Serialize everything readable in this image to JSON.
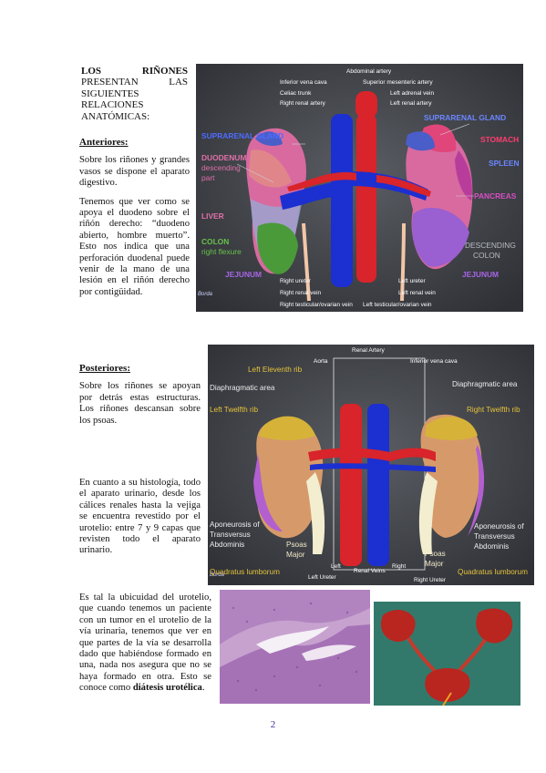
{
  "title": {
    "line1_left": "LOS",
    "line1_right": "RIÑONES",
    "line2_left": "PRESENTAN",
    "line2_right": "LAS",
    "line3": "SIGUIENTES",
    "line4": "RELACIONES",
    "line5": "ANATÓMICAS:"
  },
  "anteriores": {
    "heading": "Anteriores:",
    "p1": "Sobre los riñones y grandes vasos se dispone el aparato digestivo.",
    "p2": "Tenemos que ver como se apoya el duodeno sobre el riñón derecho: “duodeno abierto, hombre muerto”. Esto nos indica que una perforación duodenal puede venir de la mano de una lesión en el riñón derecho por contigüidad."
  },
  "posteriores": {
    "heading": "Posteriores:",
    "p1": "Sobre los riñones se apoyan por detrás estas estructuras. Los riñones descansan sobre los psoas.",
    "p2": "En cuanto a su histología, todo el aparato urinario, desde los cálices renales hasta la vejiga se encuentra revestido por el urotelio: entre 7 y 9 capas que revisten todo el aparato urinario."
  },
  "urotelio": {
    "text_before": "Es tal la ubicuidad del urotelio, que cuando tenemos un paciente con un tumor en el urotelio de la vía urinaria, tenemos que ver en que partes de la vía se desarrolla dado que habiéndose formado en una, nada nos asegura que no se haya formado en otra. Esto se conoce como ",
    "bold_term": "diátesis urotélica",
    "text_after": "."
  },
  "figure_anterior": {
    "labels": {
      "abdominal_artery": "Abdominal artery",
      "inferior_vena_cava": "Inferior vena cava",
      "superior_mesenteric_artery": "Superior mesenteric artery",
      "celiac_trunk": "Celiac trunk",
      "left_adrenal_vein": "Left adrenal vein",
      "right_renal_artery": "Right renal artery",
      "left_renal_artery": "Left renal artery",
      "suprarenal_gland_left": "SUPRARENAL GLAND",
      "suprarenal_gland_right": "SUPRARENAL GLAND",
      "stomach": "STOMACH",
      "duodenum": "DUODENUM",
      "descending": "descending",
      "part": "part",
      "spleen": "SPLEEN",
      "pancreas": "PANCREAS",
      "liver": "LIVER",
      "colon": "COLON",
      "right_flexure": "right flexure",
      "descending_colon_1": "DESCENDING",
      "descending_colon_2": "COLON",
      "jejunum_left": "JEJUNUM",
      "jejunum_right": "JEJUNUM",
      "right_ureter": "Right ureter",
      "left_ureter": "Left ureter",
      "right_renal_vein": "Right renal vein",
      "left_renal_vein": "Left renal vein",
      "right_testicular": "Right testicular/ovarian vein",
      "left_testicular": "Left testicular/ovarian vein",
      "credit": "Borda"
    }
  },
  "figure_posterior": {
    "labels": {
      "renal_artery": "Renal Artery",
      "aorta": "Aorta",
      "inferior_vena_cava": "Inferior vena cava",
      "left_eleventh_rib": "Left Eleventh rib",
      "diaphragmatic_left": "Diaphragmatic area",
      "diaphragmatic_right": "Diaphragmatic area",
      "left_twelfth_rib": "Left Twelfth rib",
      "right_twelfth_rib": "Right Twelfth rib",
      "aponeurosis_l1": "Aponeurosis of",
      "aponeurosis_l2": "Transversus",
      "aponeurosis_l3": "Abdominis",
      "aponeurosis_r1": "Aponeurosis of",
      "aponeurosis_r2": "Transversus",
      "aponeurosis_r3": "Abdominis",
      "psoas_l1": "Psoas",
      "psoas_l2": "Major",
      "psoas_r1": "Psoas",
      "psoas_r2": "Major",
      "quadratus_left": "Quadratus lumborum",
      "quadratus_right": "Quadratus lumborum",
      "left": "Left",
      "renal_veins": "Renal Veins",
      "right": "Right",
      "left_ureter": "Left Ureter",
      "right_ureter": "Right Ureter",
      "credit": "Borda"
    }
  },
  "page_number": "2"
}
